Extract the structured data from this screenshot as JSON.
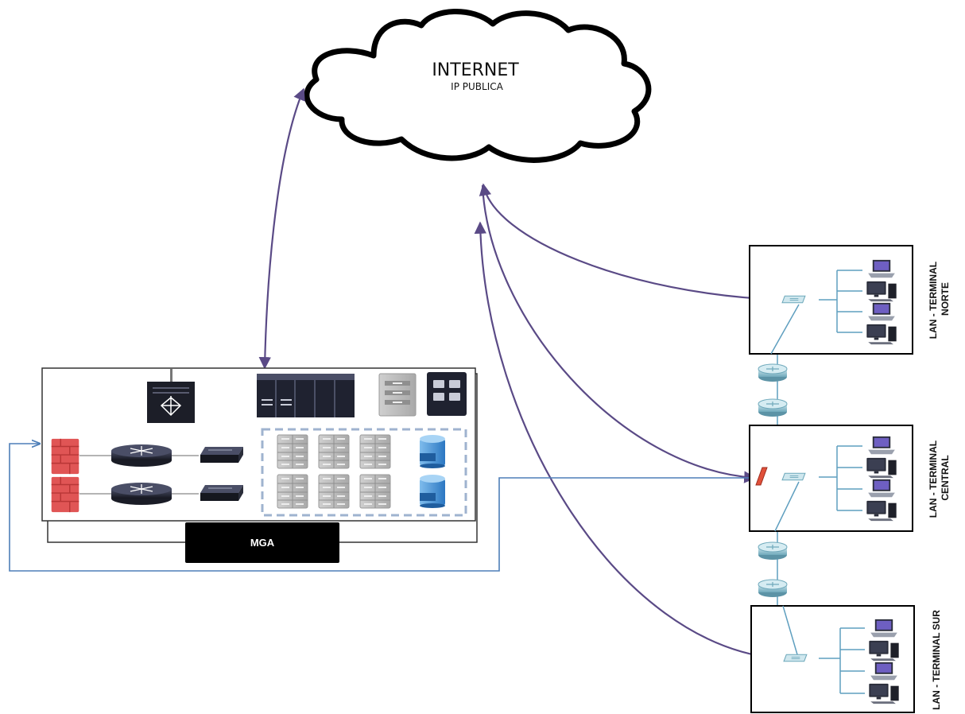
{
  "internet": {
    "title": "INTERNET",
    "subtitle": "IP PUBLICA"
  },
  "datacenter": {
    "label": "MGA"
  },
  "sites": [
    {
      "label_line1": "LAN - TERMINAL",
      "label_line2": "NORTE",
      "pcs": 4
    },
    {
      "label_line1": "LAN - TERMINAL",
      "label_line2": "CENTRAL",
      "pcs": 4
    },
    {
      "label_line1": "LAN - TERMINAL SUR",
      "label_line2": "",
      "pcs": 4
    }
  ],
  "colors": {
    "link_internet": "#5a4a86",
    "link_backup": "#4e7fb8",
    "lan_line": "#5f9fbf",
    "firewall": "#d94b4b",
    "storage": "#3d8cd6",
    "router": "#8fc1cf",
    "device_dark": "#1f2230"
  },
  "icons": [
    "cloud-icon",
    "firewall-icon",
    "router-icon",
    "switch-icon",
    "core-switch-icon",
    "server-rack-icon",
    "blade-server-icon",
    "storage-icon",
    "pc-icon",
    "laptop-icon"
  ]
}
